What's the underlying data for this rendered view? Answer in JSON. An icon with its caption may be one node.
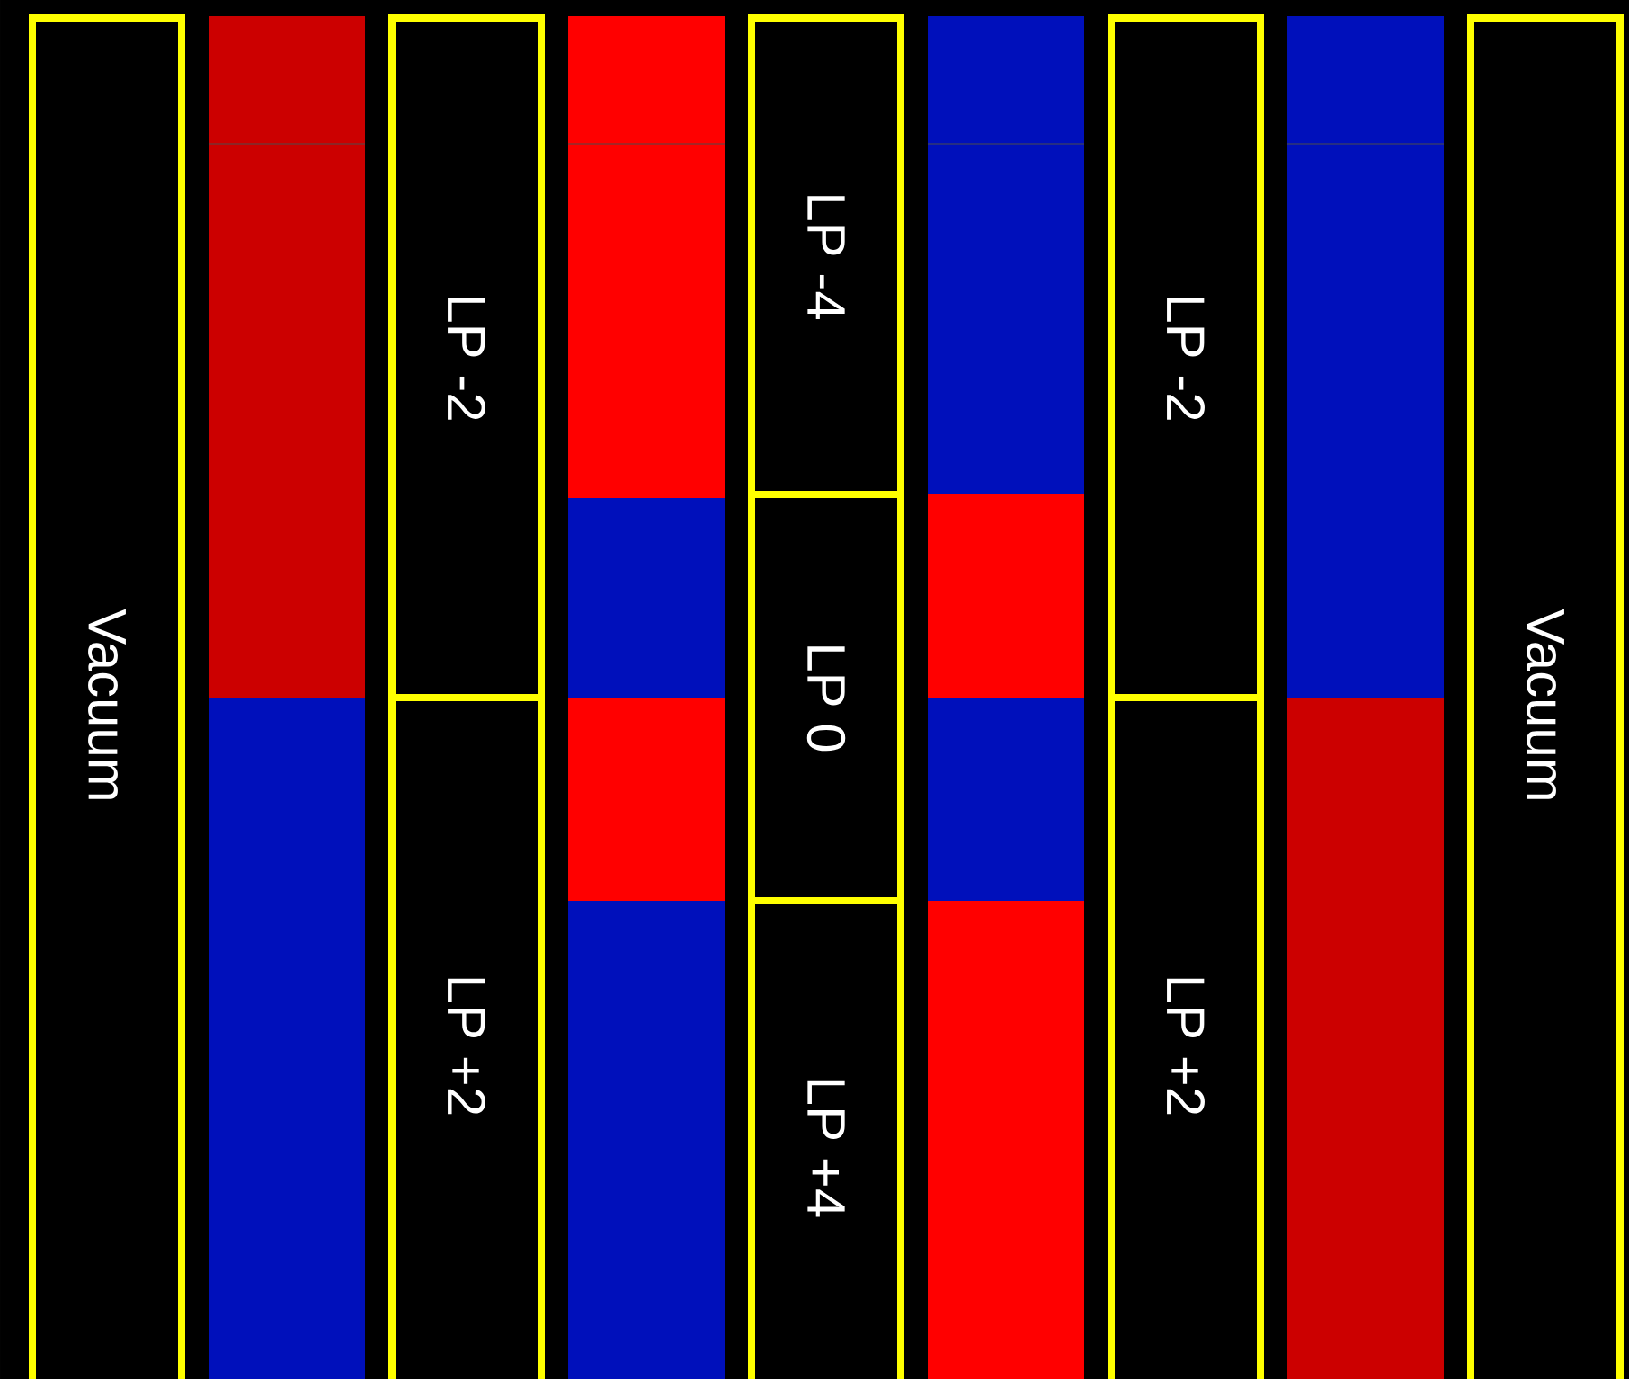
{
  "diagram": {
    "nodes": [
      {
        "text": [
          "Vacuum"
        ]
      },
      {
        "text": [
          "LP -2"
        ]
      },
      {
        "text": [
          "LP +2"
        ]
      },
      {
        "text": [
          "LP -4"
        ]
      },
      {
        "text": [
          "LP 0"
        ]
      },
      {
        "text": [
          "LP +4"
        ]
      },
      {
        "text": [
          "LP -2"
        ]
      },
      {
        "text": [
          "LP +2"
        ]
      },
      {
        "text": [
          "Vacuum"
        ]
      }
    ]
  }
}
